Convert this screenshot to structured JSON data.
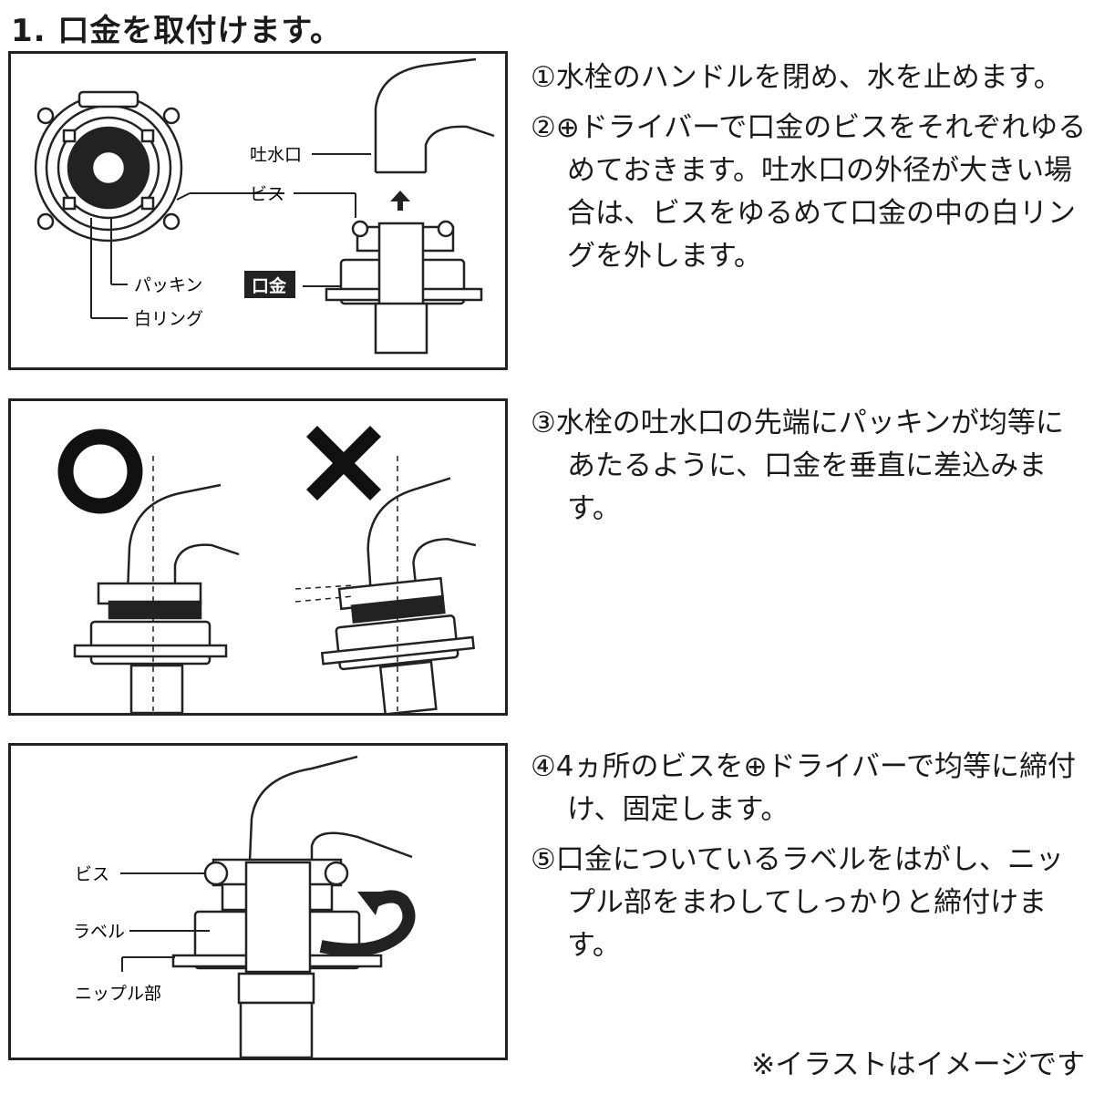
{
  "heading": "1. 口金を取付けます。",
  "panel1": {
    "labels": {
      "spout": "吐水口",
      "screw": "ビス",
      "packing": "パッキン",
      "white_ring": "白リング",
      "fitting": "口金"
    }
  },
  "panel2": {
    "ok_symbol": "○",
    "ng_symbol": "×"
  },
  "panel3": {
    "labels": {
      "screw": "ビス",
      "label": "ラベル",
      "nipple": "ニップル部"
    }
  },
  "steps": [
    {
      "lines": [
        "①水栓のハンドルを閉め、水を止めます。"
      ]
    },
    {
      "lines": [
        "②⊕ドライバーで口金のビスをそれぞれゆるめておきます。吐水口の外径が大きい場合は、ビスをゆるめて口金の中の白リングを外します。"
      ]
    },
    {
      "lines": [
        "③水栓の吐水口の先端にパッキンが均等にあたるように、口金を垂直に差込みます。"
      ]
    },
    {
      "lines": [
        "④4ヵ所のビスを⊕ドライバーで均等に締付け、固定します。"
      ]
    },
    {
      "lines": [
        "⑤口金についているラベルをはがし、ニップル部をまわしてしっかりと締付けます。"
      ]
    }
  ],
  "note": "※イラストはイメージです"
}
